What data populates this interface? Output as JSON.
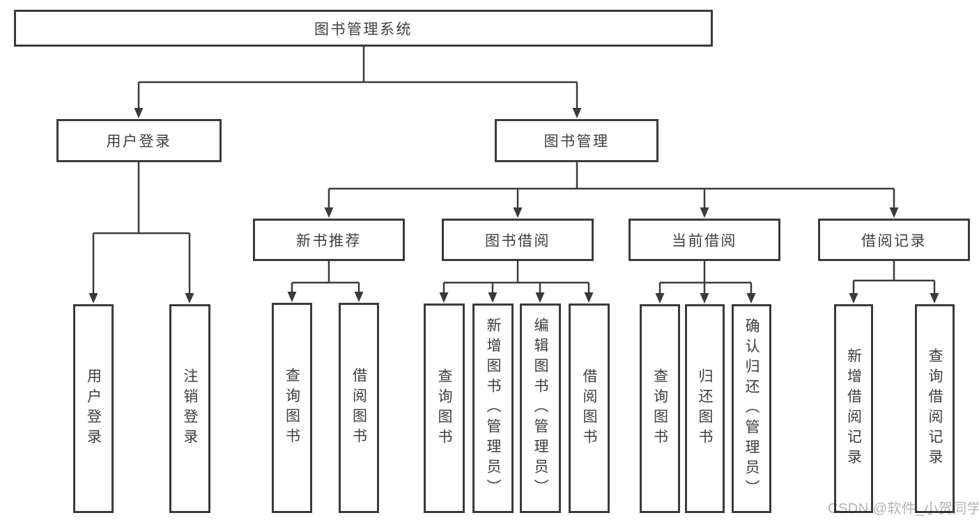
{
  "tree": {
    "root": "图书管理系统",
    "branches": [
      {
        "label": "用户登录",
        "children": [
          "用户登录",
          "注销登录"
        ]
      },
      {
        "label": "图书管理",
        "sections": [
          {
            "label": "新书推荐",
            "children": [
              "查询图书",
              "借阅图书"
            ]
          },
          {
            "label": "图书借阅",
            "children": [
              "查询图书",
              "新增图书（管理员）",
              "编辑图书（管理员）",
              "借阅图书"
            ]
          },
          {
            "label": "当前借阅",
            "children": [
              "查询图书",
              "归还图书",
              "确认归还（管理员）"
            ]
          },
          {
            "label": "借阅记录",
            "children": [
              "新增借阅记录",
              "查询借阅记录"
            ]
          }
        ]
      }
    ]
  },
  "watermark": "CSDN @软件_小贺同学",
  "colors": {
    "line": "#3a3a3a",
    "text": "#3d3d3d",
    "background": "#ffffff",
    "watermark": "#b3b3b8"
  }
}
